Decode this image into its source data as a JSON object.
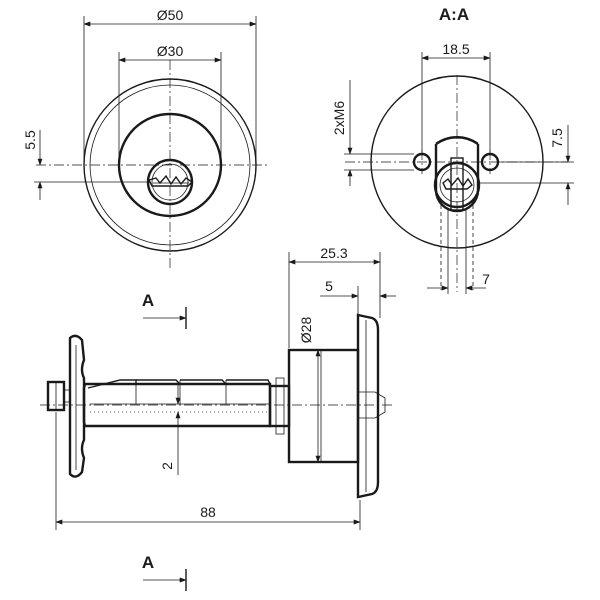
{
  "views": {
    "front": {
      "dim_outer_diameter": "Ø50",
      "dim_inner_diameter": "Ø30",
      "dim_key_offset": "5.5"
    },
    "section": {
      "label": "A:A",
      "dim_hole_spacing": "18.5",
      "dim_thread": "2xM6",
      "dim_hole_offset": "7.5",
      "dim_cam_width": "7"
    },
    "side": {
      "dim_body_length": "25.3",
      "dim_flange": "5",
      "dim_body_diameter": "Ø28",
      "dim_overall_length": "88",
      "dim_bar": "2",
      "section_marker_top": "A",
      "section_marker_bottom": "A"
    }
  }
}
